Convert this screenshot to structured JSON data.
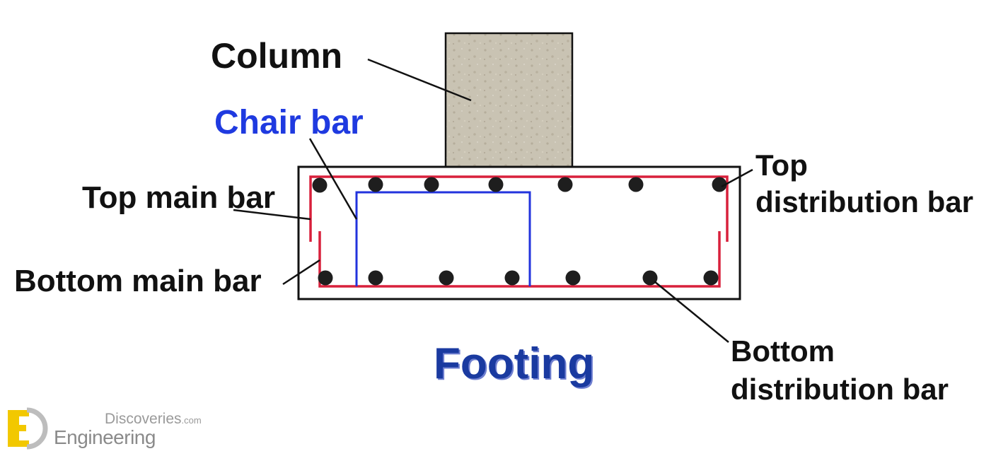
{
  "labels": {
    "column": "Column",
    "chair_bar": "Chair bar",
    "top_main_bar": "Top main bar",
    "bottom_main_bar": "Bottom main bar",
    "top_distribution_bar_line1": "Top",
    "top_distribution_bar_line2": "distribution bar",
    "bottom_distribution_bar_line1": "Bottom",
    "bottom_distribution_bar_line2": "distribution bar",
    "footing": "Footing"
  },
  "logo": {
    "word_top": "Discoveries",
    "word_top_suffix": ".com",
    "word_bottom": "Engineering",
    "mark_color": "#f2c800",
    "text_color": "#8a8a8a"
  },
  "colors": {
    "main_bar": "#d8203c",
    "chair_bar": "#2233dd",
    "bar_section": "#1e1e1e",
    "outline": "#111111",
    "concrete": "#c9c3b3"
  },
  "bars": {
    "top_count": 7,
    "bottom_count": 7
  }
}
